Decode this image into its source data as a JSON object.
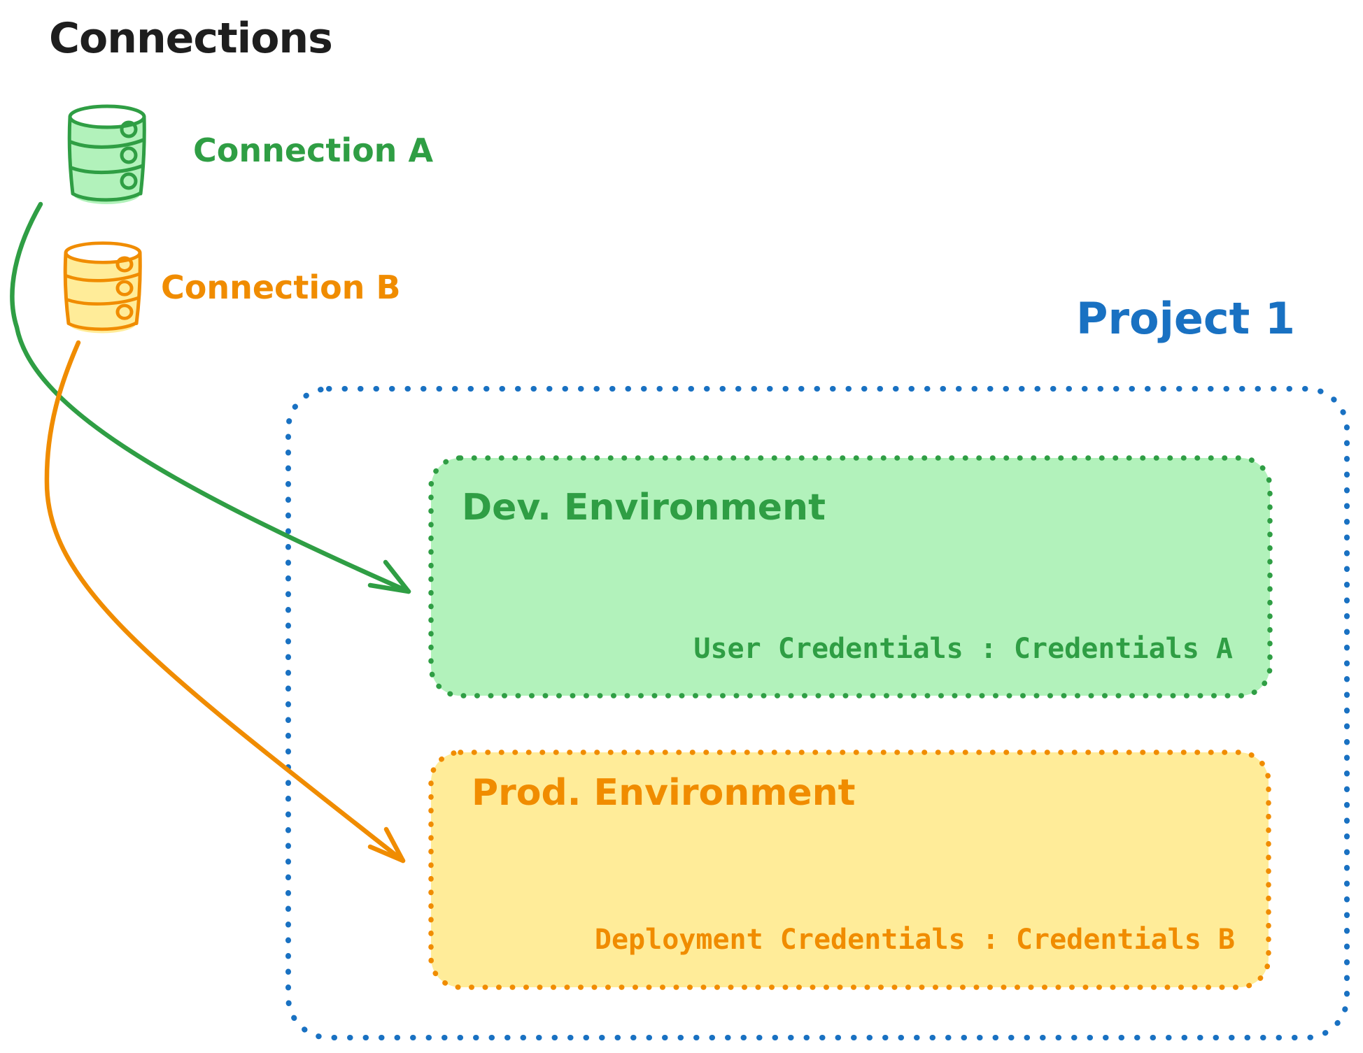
{
  "title": "Connections",
  "colors": {
    "text_black": "#1e1e1e",
    "green_stroke": "#2f9e44",
    "green_fill": "#b2f2bb",
    "orange_stroke": "#f08c00",
    "orange_fill": "#ffec99",
    "blue_stroke": "#1971c2"
  },
  "connections": [
    {
      "label": "Connection A",
      "color": "#2f9e44",
      "icon": "database-icon"
    },
    {
      "label": "Connection B",
      "color": "#f08c00",
      "icon": "database-icon"
    }
  ],
  "project": {
    "title": "Project 1",
    "environments": [
      {
        "name": "Dev. Environment",
        "credentials": "User Credentials : Credentials A"
      },
      {
        "name": "Prod. Environment",
        "credentials": "Deployment Credentials : Credentials B"
      }
    ]
  }
}
